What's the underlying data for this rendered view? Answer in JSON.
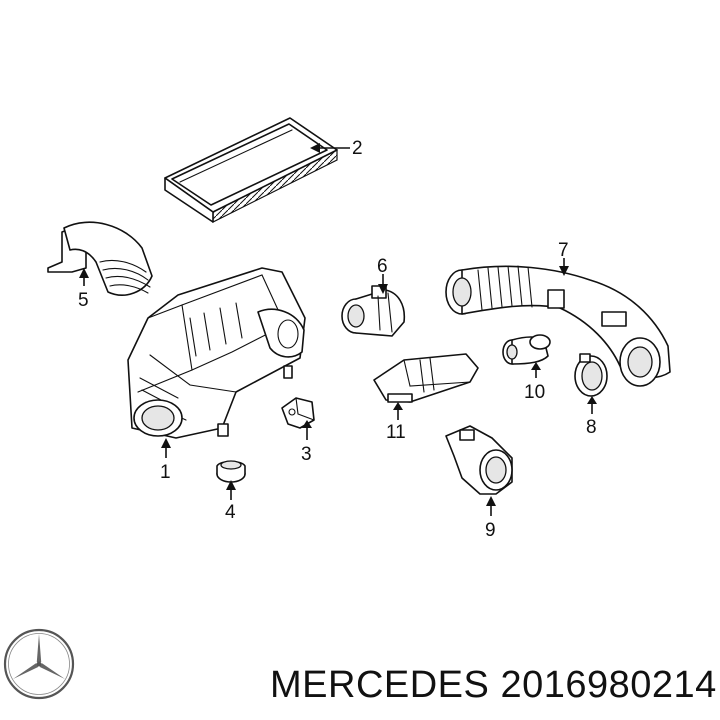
{
  "callouts": [
    {
      "id": "1",
      "label": "1"
    },
    {
      "id": "2",
      "label": "2"
    },
    {
      "id": "3",
      "label": "3"
    },
    {
      "id": "4",
      "label": "4"
    },
    {
      "id": "5",
      "label": "5"
    },
    {
      "id": "6",
      "label": "6"
    },
    {
      "id": "7",
      "label": "7"
    },
    {
      "id": "8",
      "label": "8"
    },
    {
      "id": "9",
      "label": "9"
    },
    {
      "id": "10",
      "label": "10"
    },
    {
      "id": "11",
      "label": "11"
    }
  ],
  "footer": {
    "brand": "MERCEDES",
    "part_number": "2016980214",
    "logo_icon": "mercedes-star-icon"
  }
}
